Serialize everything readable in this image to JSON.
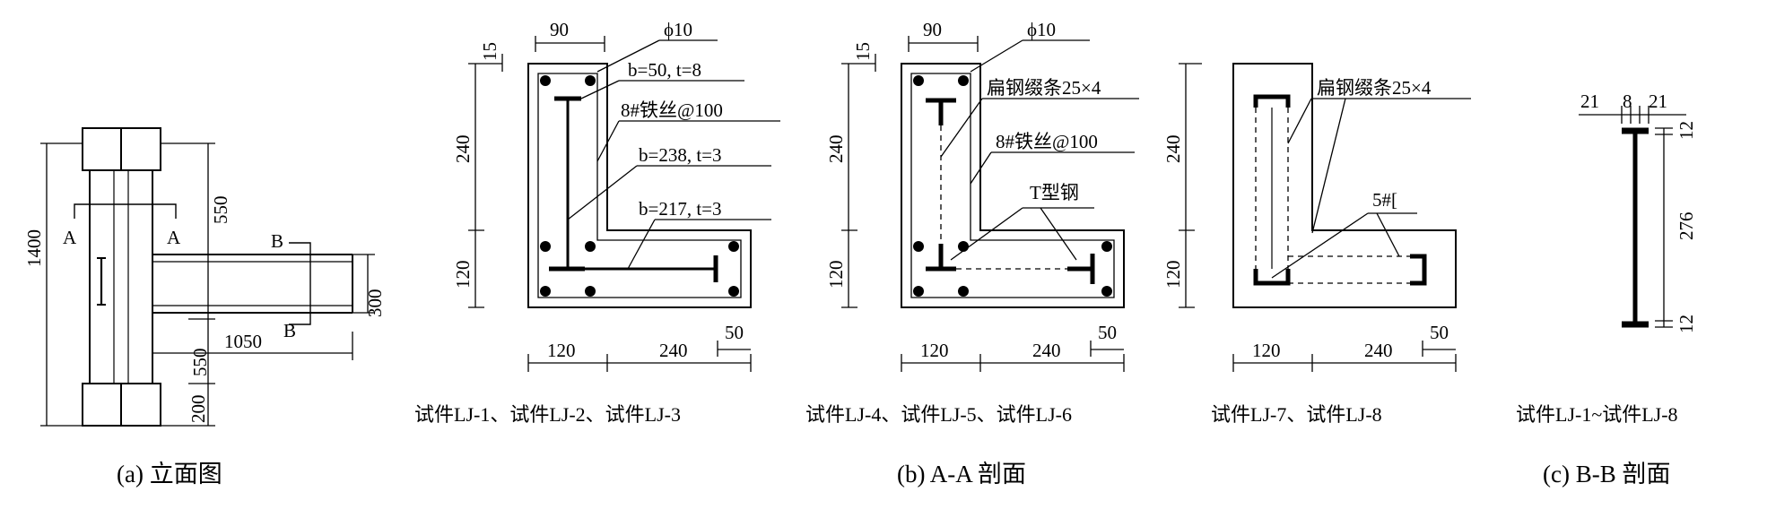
{
  "elevation": {
    "dim_total": "1400",
    "dim_upper": "550",
    "dim_lower": "550",
    "dim_bottom": "200",
    "dim_beam_length": "1050",
    "dim_beam_depth": "300",
    "section_a_left": "A",
    "section_a_right": "A",
    "section_b_top": "B",
    "section_b_bottom": "B",
    "caption": "(a)  立面图"
  },
  "section_aa_1": {
    "dim_top_width": "90",
    "dim_cover": "15",
    "dim_upper_height": "240",
    "dim_lower_height": "120",
    "dim_left_width": "120",
    "dim_right_width": "240",
    "dim_end": "50",
    "label_rebar": "ϕ10",
    "label_flange": "b=50, t=8",
    "label_stirrup": "8#铁丝@100",
    "label_web1": "b=238, t=3",
    "label_web2": "b=217, t=3",
    "subcaption": "试件LJ-1、试件LJ-2、试件LJ-3"
  },
  "section_aa_2": {
    "dim_top_width": "90",
    "dim_cover": "15",
    "dim_upper_height": "240",
    "dim_lower_height": "120",
    "dim_left_width": "120",
    "dim_right_width": "240",
    "dim_end": "50",
    "label_rebar": "ϕ10",
    "label_batten": "扁钢缀条25×4",
    "label_stirrup": "8#铁丝@100",
    "label_tee": "T型钢",
    "subcaption": "试件LJ-4、试件LJ-5、试件LJ-6"
  },
  "section_aa_3": {
    "dim_upper_height": "240",
    "dim_lower_height": "120",
    "dim_left_width": "120",
    "dim_right_width": "240",
    "dim_end": "50",
    "label_batten": "扁钢缀条25×4",
    "label_channel": "5#[",
    "subcaption": "试件LJ-7、试件LJ-8"
  },
  "section_aa_caption": "(b) A-A 剖面",
  "section_bb": {
    "dim_flange_left": "21",
    "dim_web": "8",
    "dim_flange_right": "21",
    "dim_top": "12",
    "dim_height": "276",
    "dim_bottom": "12",
    "subcaption": "试件LJ-1~试件LJ-8",
    "caption": "(c) B-B 剖面"
  }
}
